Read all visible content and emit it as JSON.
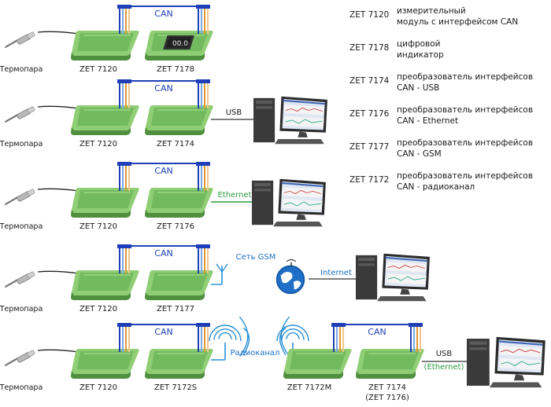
{
  "rows": [
    {
      "sensor_label": "Термопара",
      "module_a": "ZET 7120",
      "module_b": "ZET 7178",
      "bus_label": "CAN",
      "display_value": "00.0"
    },
    {
      "sensor_label": "Термопара",
      "module_a": "ZET 7120",
      "module_b": "ZET 7174",
      "bus_label": "CAN",
      "link_label": "USB"
    },
    {
      "sensor_label": "Термопара",
      "module_a": "ZET 7120",
      "module_b": "ZET 7176",
      "bus_label": "CAN",
      "link_label": "Ethernet"
    },
    {
      "sensor_label": "Термопара",
      "module_a": "ZET 7120",
      "module_b": "ZET 7177",
      "bus_label": "CAN",
      "network_label": "Сеть GSM",
      "internet_label": "Internet"
    },
    {
      "sensor_label": "Термопара",
      "module_a": "ZET 7120",
      "module_b": "ZET 7172S",
      "bus_label": "CAN",
      "radio_label": "Радиоканал",
      "module_c": "ZET 7172M",
      "module_d": "ZET 7174",
      "module_d_alt": "(ZET 7176)",
      "bus_label_2": "CAN",
      "link_label": "USB",
      "link_label_alt": "(Ethernet)"
    }
  ],
  "legend": [
    {
      "code": "ZET 7120",
      "line1": "измерительный",
      "line2": "модуль с интерфейсом CAN"
    },
    {
      "code": "ZET 7178",
      "line1": "цифровой",
      "line2": "индикатор"
    },
    {
      "code": "ZET 7174",
      "line1": "преобразователь интерфейсов",
      "line2": "CAN - USB"
    },
    {
      "code": "ZET 7176",
      "line1": "преобразователь интерфейсов",
      "line2": "CAN - Ethernet"
    },
    {
      "code": "ZET 7177",
      "line1": "преобразователь интерфейсов",
      "line2": "CAN - GSM"
    },
    {
      "code": "ZET 7172",
      "line1": "преобразователь интерфейсов",
      "line2": "CAN - радиоканал"
    }
  ],
  "colors": {
    "module_green": "#6cb65a",
    "module_dark": "#3f7f34",
    "can_bus": "#1f3fb8",
    "usb_cable": "#555555",
    "ethernet_cable": "#2c9a3c",
    "wireless": "#2a8fd6"
  }
}
